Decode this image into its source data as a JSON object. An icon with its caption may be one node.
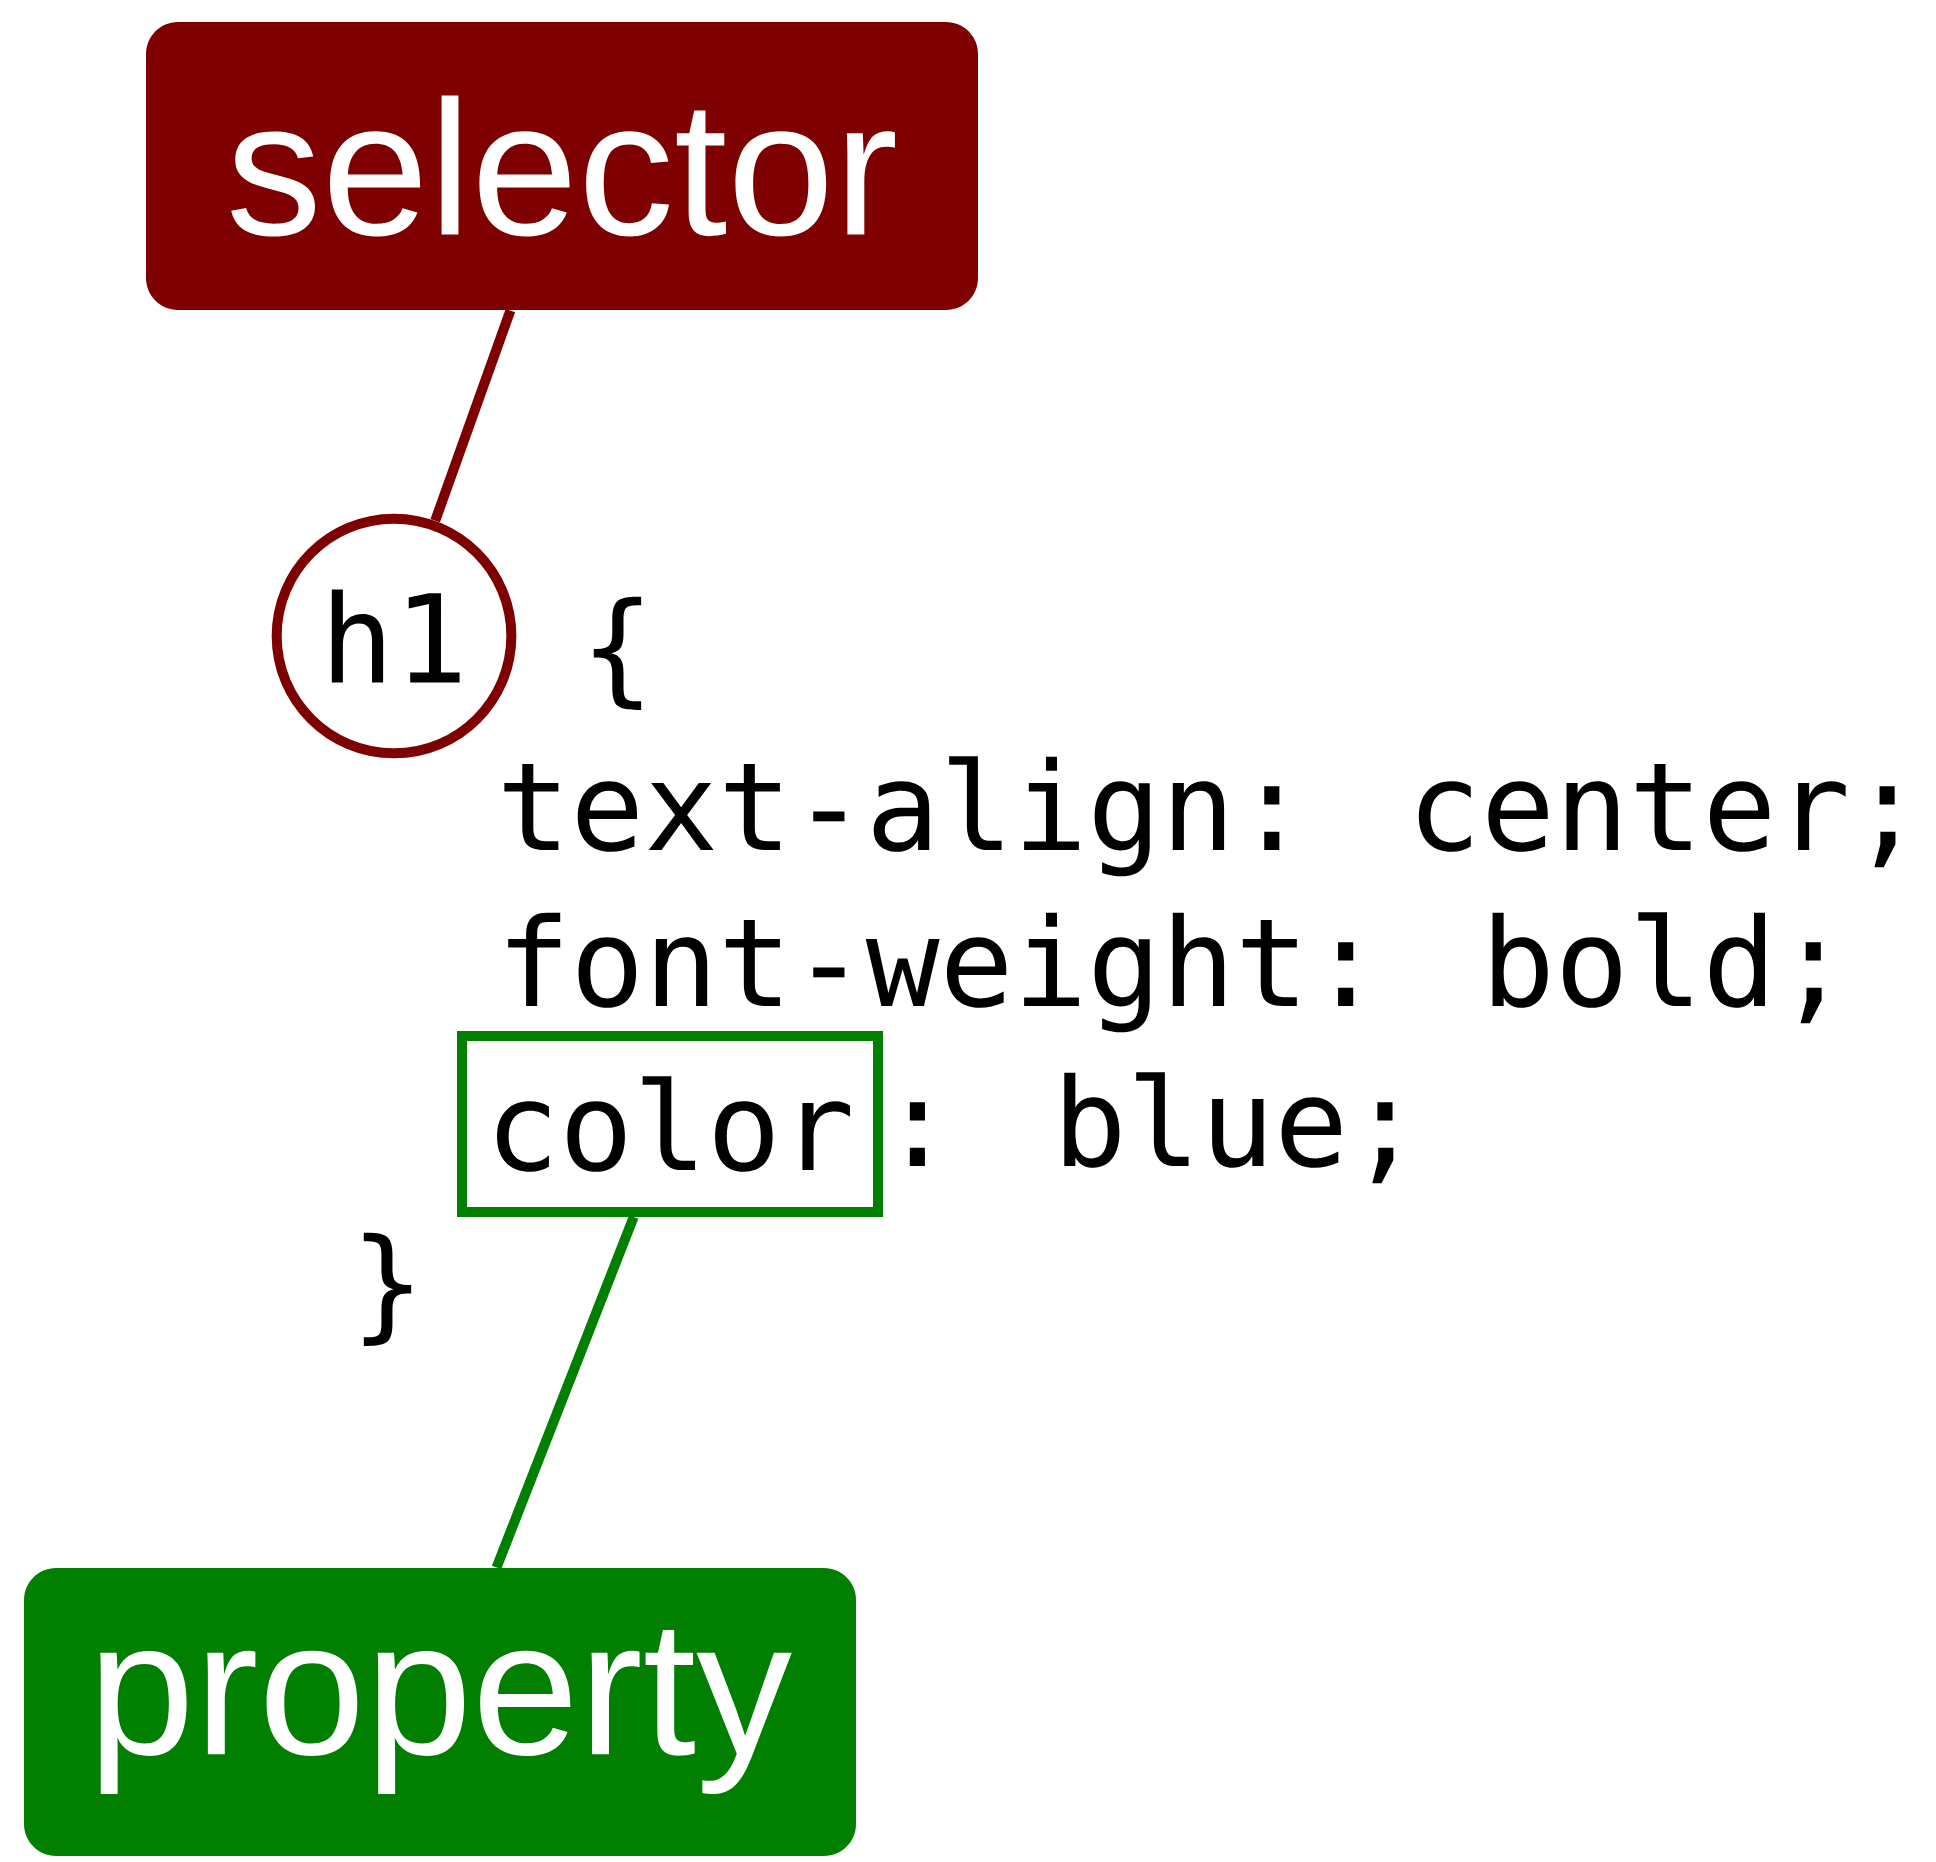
{
  "diagram": {
    "nodes": [
      {
        "text": [
          "selector"
        ]
      },
      {
        "text": [
          "h1"
        ]
      },
      {
        "text": [
          "color"
        ]
      },
      {
        "text": [
          "property"
        ]
      }
    ],
    "edges": [
      {
        "from": 0,
        "to": 1,
        "arrow": "none",
        "color": "#7f0000"
      },
      {
        "from": 3,
        "to": 2,
        "arrow": "none",
        "color": "#007f00"
      }
    ],
    "labels": [
      "{",
      "text-align: center;",
      "font-weight: bold;",
      ": blue;",
      "}"
    ]
  }
}
